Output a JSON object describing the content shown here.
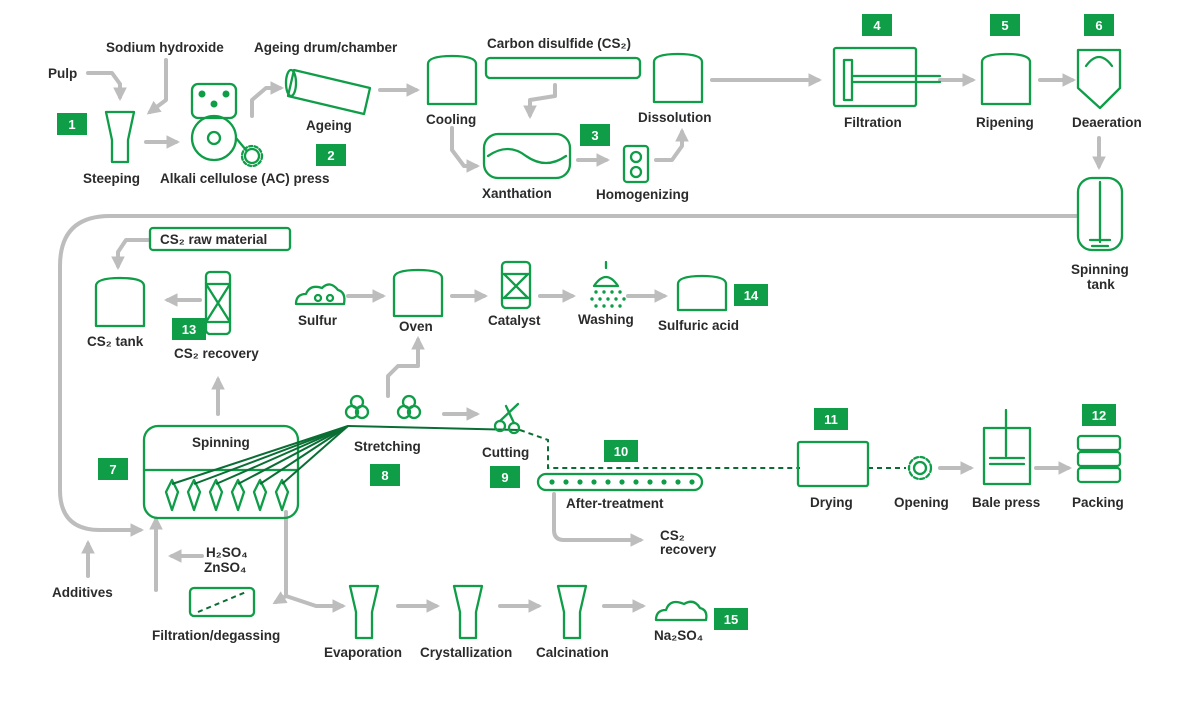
{
  "colors": {
    "green": "#0f9d48",
    "dark_green": "#0a6e34",
    "gray_arrow": "#bdbdbd",
    "text": "#2b2b2b"
  },
  "labels": {
    "pulp": "Pulp",
    "sodium_hydroxide": "Sodium hydroxide",
    "ageing_drum": "Ageing drum/chamber",
    "carbon_disulfide": "Carbon disulfide (CS₂)",
    "steeping": "Steeping",
    "ac_press": "Alkali cellulose (AC) press",
    "ageing": "Ageing",
    "cooling": "Cooling",
    "xanthation": "Xanthation",
    "homogenizing": "Homogenizing",
    "dissolution": "Dissolution",
    "filtration": "Filtration",
    "ripening": "Ripening",
    "deaeration": "Deaeration",
    "spinning_tank_1": "Spinning",
    "spinning_tank_2": "tank",
    "cs2_raw_material": "CS₂ raw material",
    "cs2_tank": "CS₂ tank",
    "cs2_recovery": "CS₂ recovery",
    "sulfur": "Sulfur",
    "oven": "Oven",
    "catalyst": "Catalyst",
    "washing": "Washing",
    "sulfuric_acid": "Sulfuric acid",
    "spinning": "Spinning",
    "stretching": "Stretching",
    "cutting": "Cutting",
    "after_treatment": "After-treatment",
    "cs2_recovery_2a": "CS₂",
    "cs2_recovery_2b": "recovery",
    "drying": "Drying",
    "opening": "Opening",
    "bale_press": "Bale press",
    "packing": "Packing",
    "additives": "Additives",
    "h2so4": "H₂SO₄",
    "znso4": "ZnSO₄",
    "filtration_degassing": "Filtration/degassing",
    "evaporation": "Evaporation",
    "crystallization": "Crystallization",
    "calcination": "Calcination",
    "na2so4": "Na₂SO₄"
  },
  "badges": [
    "1",
    "2",
    "3",
    "4",
    "5",
    "6",
    "7",
    "8",
    "9",
    "10",
    "11",
    "12",
    "13",
    "14",
    "15"
  ],
  "icons": [
    "steeping-funnel-icon",
    "ac-press-icon",
    "ageing-drum-icon",
    "tank-icon",
    "scissors-icon",
    "shower-icon",
    "cloud-icon",
    "gear-icon",
    "catalyst-icon",
    "bale-press-icon",
    "packing-icon"
  ]
}
